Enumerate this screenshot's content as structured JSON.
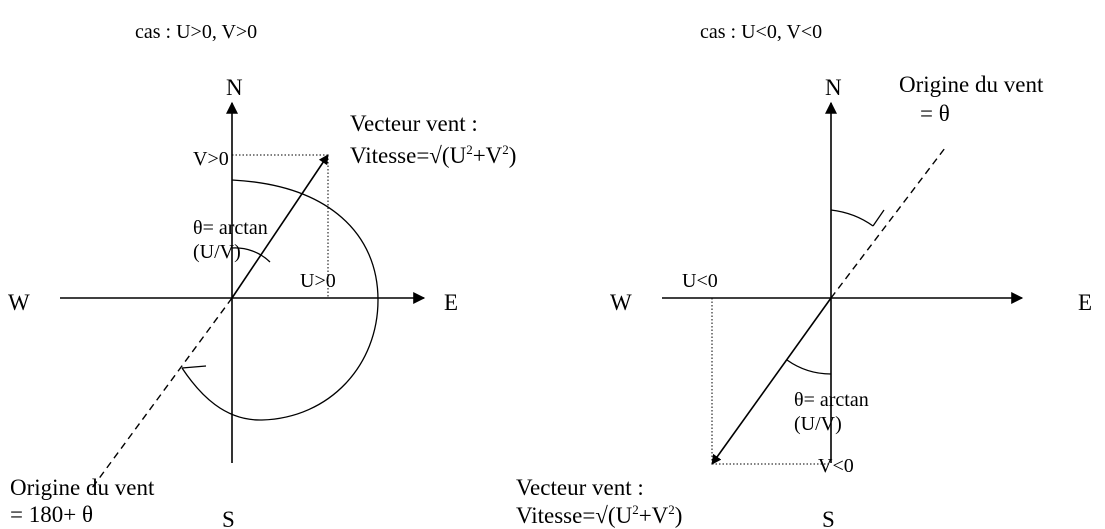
{
  "left": {
    "title": "cas : U>0, V>0",
    "north": "N",
    "south": "S",
    "east": "E",
    "west": "W",
    "v_label": "V>0",
    "u_label": "U>0",
    "theta_line1": "θ= arctan",
    "theta_line2": "(U/V)",
    "vector_line1": "Vecteur vent :",
    "speed_prefix": "Vitesse=√(U",
    "speed_mid": "+V",
    "speed_suffix": ")",
    "exponent": "2",
    "origin_line1": "Origine du vent",
    "origin_line2": "= 180+ θ"
  },
  "right": {
    "title": "cas : U<0, V<0",
    "north": "N",
    "south": "S",
    "east": "E",
    "west": "W",
    "u_label": "U<0",
    "v_label": "V<0",
    "theta_line1": "θ= arctan",
    "theta_line2": "(U/V)",
    "vector_line1": "Vecteur vent :",
    "speed_prefix": "Vitesse=√(U",
    "speed_mid": "+V",
    "speed_suffix": ")",
    "exponent": "2",
    "origin_line1": "Origine du vent",
    "origin_line2": "= θ"
  }
}
